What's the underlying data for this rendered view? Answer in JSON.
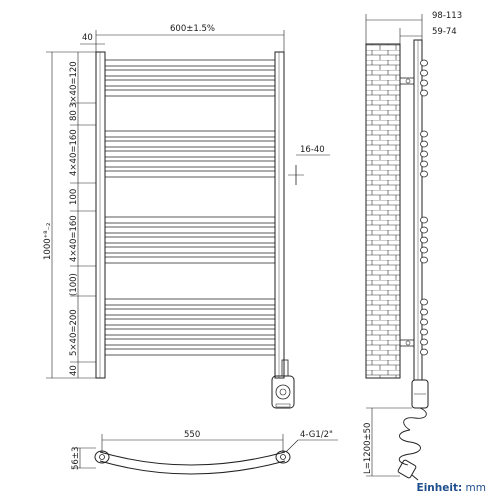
{
  "dimensions": {
    "overall_width": "600±1.5%",
    "side_tube_width": "40",
    "overall_height": "1000⁺⁸₋₂",
    "group_1": "3×40=120",
    "gap_1": "80",
    "group_2": "4×40=160",
    "gap_2": "100",
    "group_3": "4×40=160",
    "gap_3": "(100)",
    "group_4": "5×40=200",
    "bottom_offset": "40",
    "element_offset": "16-40",
    "depth_max": "98-113",
    "depth_wall": "59-74",
    "center_distance": "550",
    "connection": "4-G1/2\"",
    "bottom_depth": "56±3",
    "cable_length": "L=1200±50"
  },
  "unit": {
    "label": "Einheit:",
    "value": "mm"
  }
}
